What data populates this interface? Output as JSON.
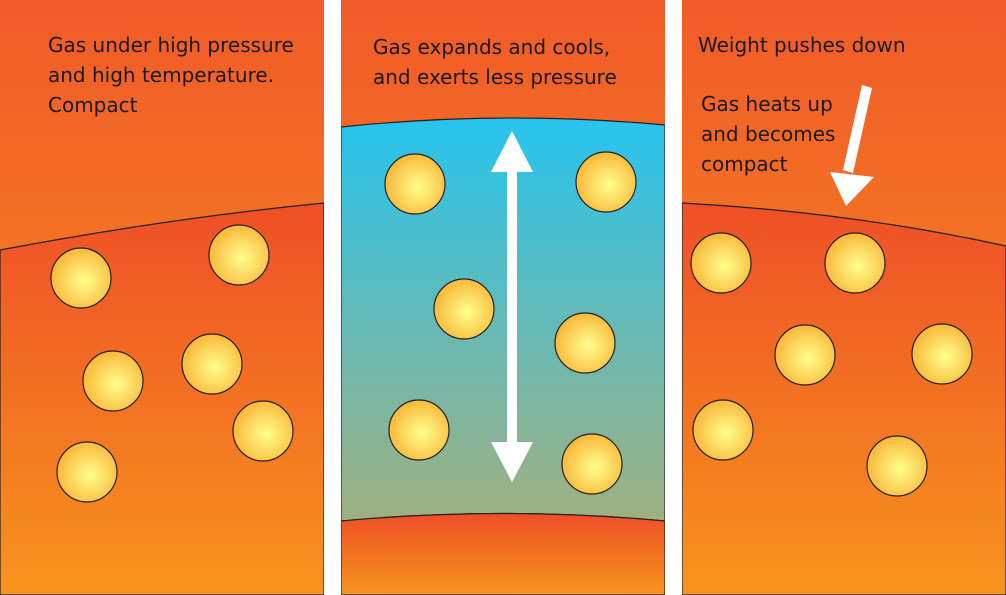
{
  "panels": [
    {
      "name": "high-pressure-panel",
      "caption_lines": [
        "Gas under high pressure",
        "and high temperature.",
        "Compact"
      ]
    },
    {
      "name": "expansion-panel",
      "caption_lines": [
        "Gas expands and cools,",
        "and exerts less pressure"
      ]
    },
    {
      "name": "weight-panel",
      "caption_lines": [
        "Weight pushes down"
      ],
      "secondary_caption_lines": [
        "Gas heats up",
        "and becomes",
        "compact"
      ]
    }
  ],
  "colors": {
    "orange_light": "#f7941d",
    "orange_dark": "#f05a28",
    "cool_gas_top": "#27c4ef",
    "cool_gas_bottom": "#9db383",
    "particle_center": "#ffff8c",
    "particle_edge": "#f9b233",
    "arrow": "#ffffff",
    "divider": "#ffffff"
  },
  "icons": [
    "double-headed-arrow-icon",
    "down-arrow-icon",
    "gas-particle-icon"
  ]
}
